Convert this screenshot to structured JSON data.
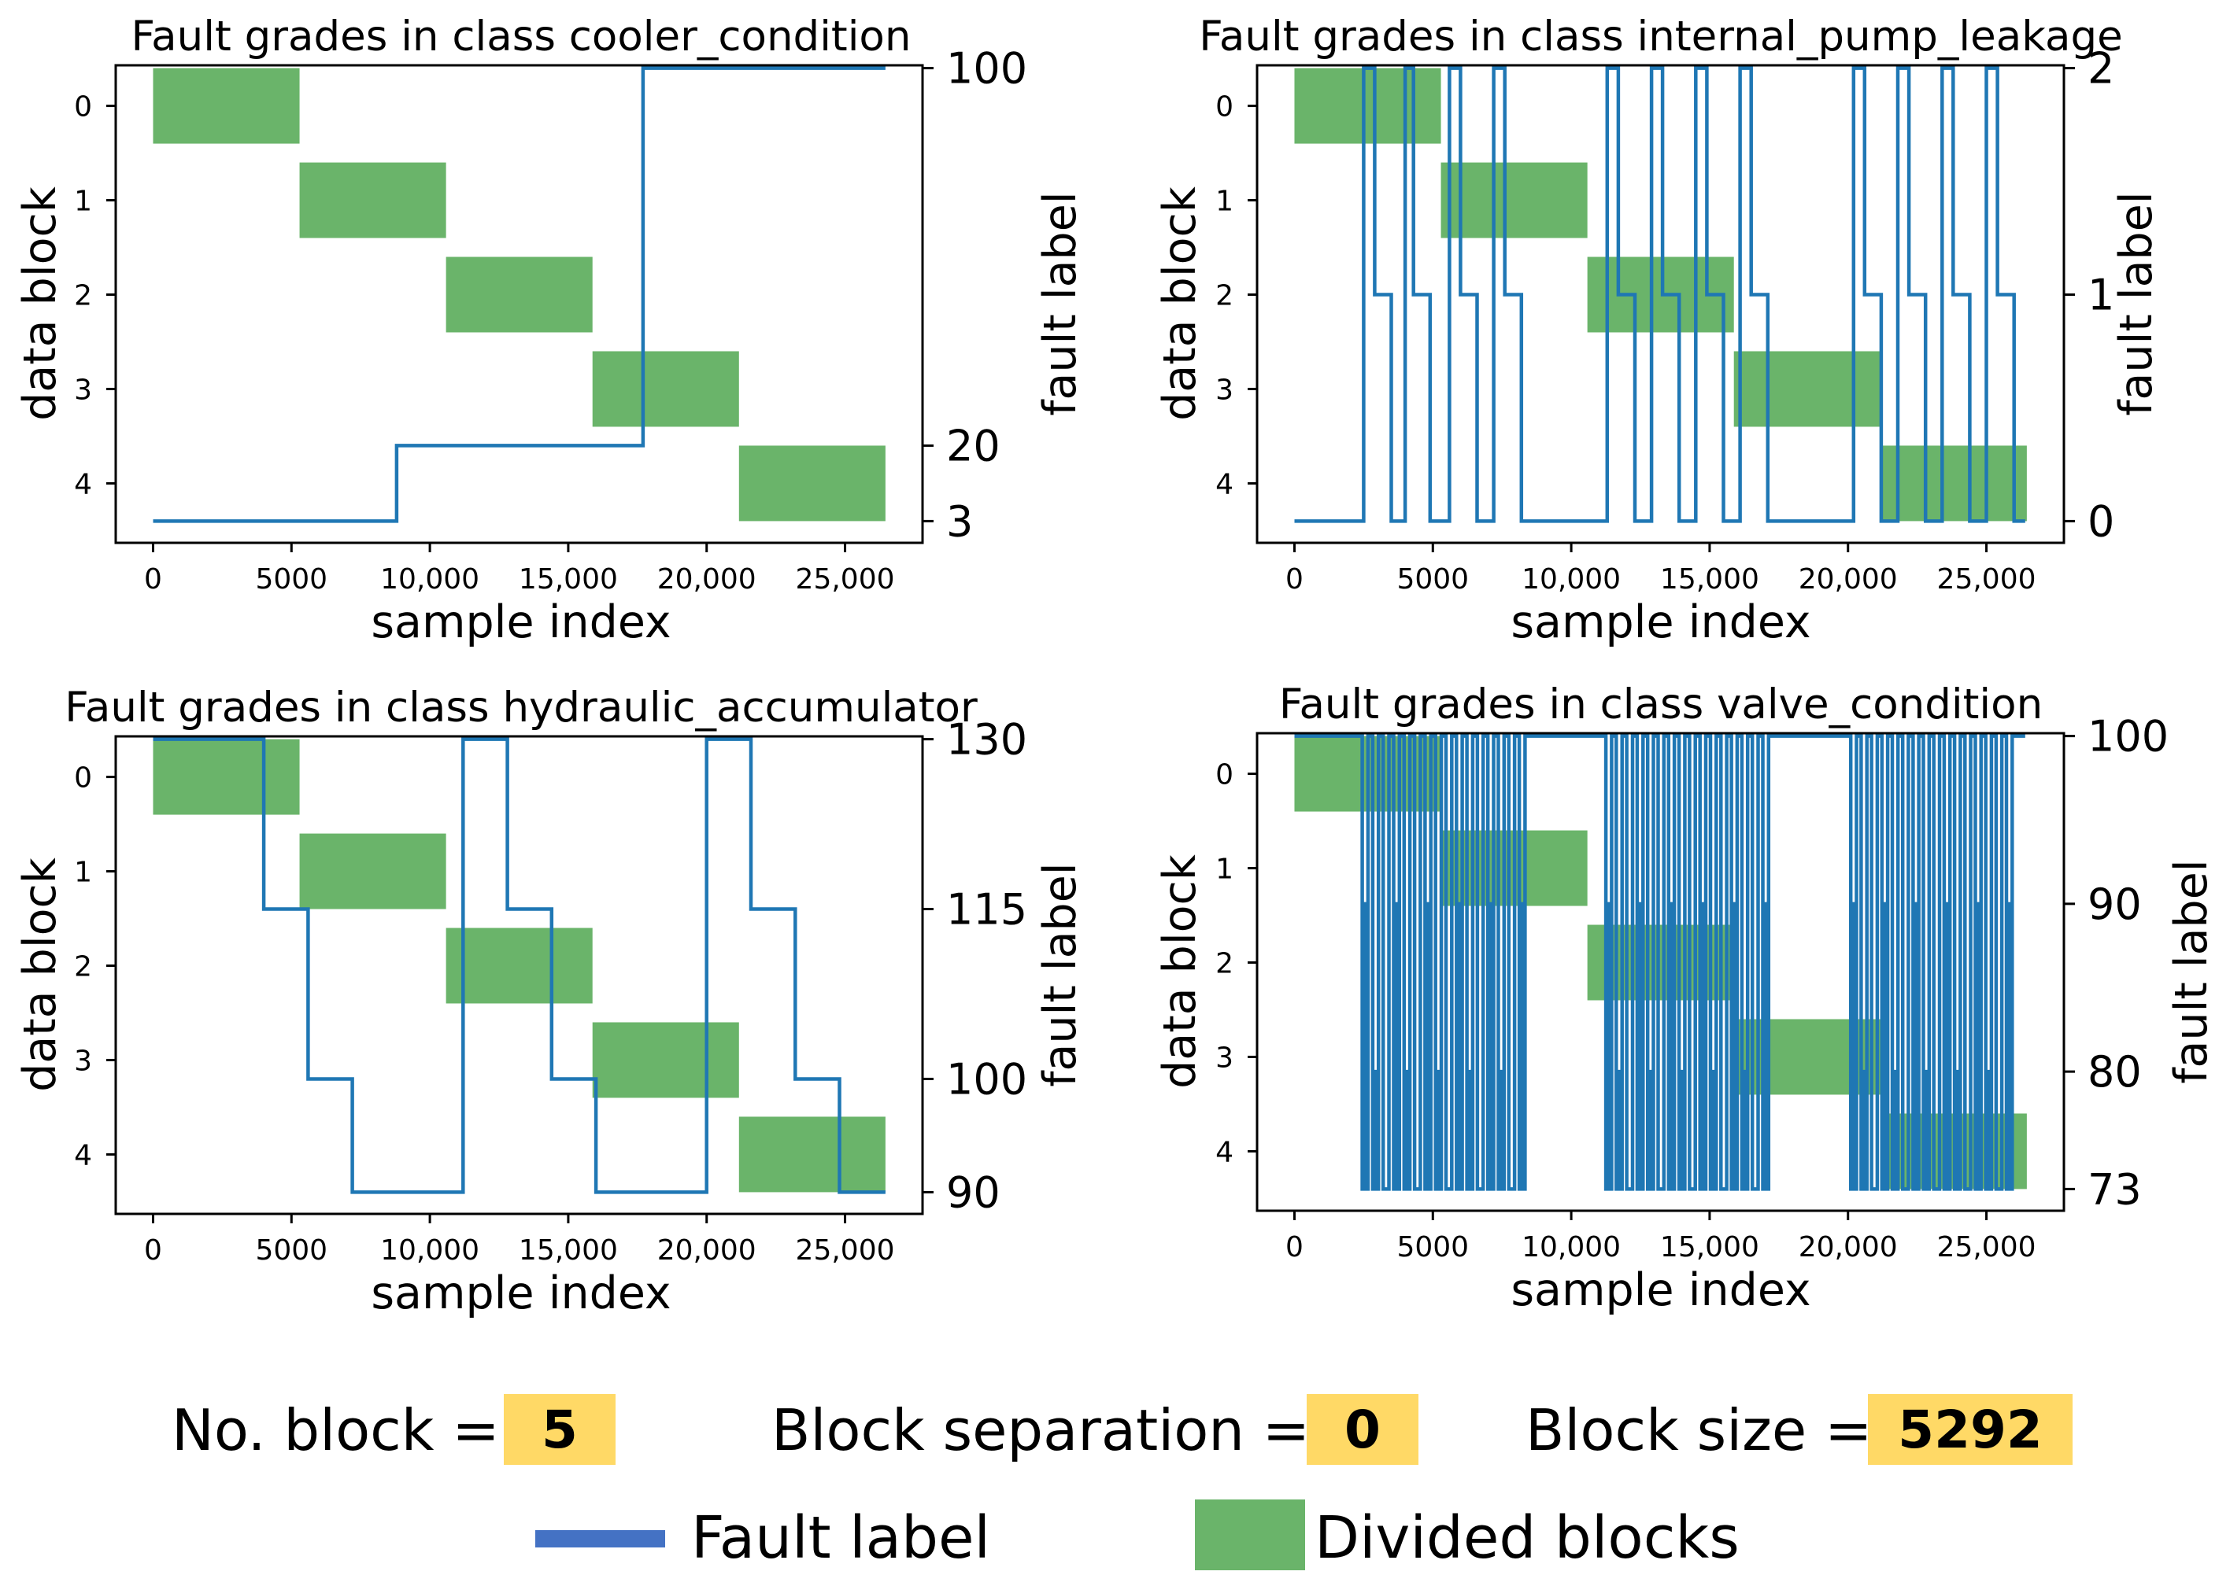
{
  "chart_data": [
    {
      "type": "line",
      "title": "Fault grades in class cooler_condition",
      "xlabel": "sample index",
      "ylabel": "data block",
      "y2label": "fault label",
      "xlim": [
        -1350,
        27800
      ],
      "xticks": [
        0,
        5000,
        10000,
        15000,
        20000,
        25000
      ],
      "xtick_labels": [
        "0",
        "5000",
        "10,000",
        "15,000",
        "20,000",
        "25,000"
      ],
      "ylim": [
        4.63,
        -0.43
      ],
      "yticks": [
        0,
        1,
        2,
        3,
        4
      ],
      "y2ticks": [
        100,
        20,
        3
      ],
      "y2_range": [
        3,
        100
      ],
      "y2_axis_positions": [
        -0.4,
        3.6,
        4.4
      ],
      "blocks": [
        {
          "block": 0,
          "x0": 0,
          "x1": 5292
        },
        {
          "block": 1,
          "x0": 5292,
          "x1": 10584
        },
        {
          "block": 2,
          "x0": 10584,
          "x1": 15876
        },
        {
          "block": 3,
          "x0": 15876,
          "x1": 21168
        },
        {
          "block": 4,
          "x0": 21168,
          "x1": 26460
        }
      ],
      "series": [
        {
          "name": "Fault label",
          "x": [
            0,
            8800,
            8800,
            17700,
            17700,
            26460
          ],
          "y": [
            3,
            3,
            20,
            20,
            100,
            100
          ]
        }
      ]
    },
    {
      "type": "line",
      "title": "Fault grades in class internal_pump_leakage",
      "xlabel": "sample index",
      "ylabel": "data block",
      "y2label": "fault label",
      "xlim": [
        -1350,
        27800
      ],
      "xticks": [
        0,
        5000,
        10000,
        15000,
        20000,
        25000
      ],
      "xtick_labels": [
        "0",
        "5000",
        "10,000",
        "15,000",
        "20,000",
        "25,000"
      ],
      "ylim": [
        4.63,
        -0.43
      ],
      "yticks": [
        0,
        1,
        2,
        3,
        4
      ],
      "y2ticks": [
        0,
        1,
        2
      ],
      "y2_range": [
        0,
        2
      ],
      "blocks": [
        {
          "block": 0,
          "x0": 0,
          "x1": 5292
        },
        {
          "block": 1,
          "x0": 5292,
          "x1": 10584
        },
        {
          "block": 2,
          "x0": 10584,
          "x1": 15876
        },
        {
          "block": 3,
          "x0": 15876,
          "x1": 21168
        },
        {
          "block": 4,
          "x0": 21168,
          "x1": 26460
        }
      ],
      "series": [
        {
          "name": "Fault label",
          "x": [
            0,
            2500,
            2500,
            2900,
            2900,
            3500,
            3500,
            4000,
            4000,
            4300,
            4300,
            4900,
            4900,
            5600,
            5600,
            6000,
            6000,
            6600,
            6600,
            7200,
            7200,
            7600,
            7600,
            8200,
            8200,
            11300,
            11300,
            11700,
            11700,
            12300,
            12300,
            12900,
            12900,
            13300,
            13300,
            13900,
            13900,
            14500,
            14500,
            14900,
            14900,
            15500,
            15500,
            16100,
            16100,
            16500,
            16500,
            17100,
            17100,
            20200,
            20200,
            20600,
            20600,
            21200,
            21200,
            21800,
            21800,
            22200,
            22200,
            22800,
            22800,
            23400,
            23400,
            23800,
            23800,
            24400,
            24400,
            25000,
            25000,
            25400,
            25400,
            26000,
            26000,
            26400
          ],
          "y": [
            0,
            0,
            2,
            2,
            1,
            1,
            0,
            0,
            2,
            2,
            1,
            1,
            0,
            0,
            2,
            2,
            1,
            1,
            0,
            0,
            2,
            2,
            1,
            1,
            0,
            0,
            2,
            2,
            1,
            1,
            0,
            0,
            2,
            2,
            1,
            1,
            0,
            0,
            2,
            2,
            1,
            1,
            0,
            0,
            2,
            2,
            1,
            1,
            0,
            0,
            2,
            2,
            1,
            1,
            0,
            0,
            2,
            2,
            1,
            1,
            0,
            0,
            2,
            2,
            1,
            1,
            0,
            0,
            2,
            2,
            1,
            1,
            0,
            0
          ]
        }
      ]
    },
    {
      "type": "line",
      "title": "Fault grades in class hydraulic_accumulator",
      "xlabel": "sample index",
      "ylabel": "data block",
      "y2label": "fault label",
      "xlim": [
        -1350,
        27800
      ],
      "xticks": [
        0,
        5000,
        10000,
        15000,
        20000,
        25000
      ],
      "xtick_labels": [
        "0",
        "5000",
        "10,000",
        "15,000",
        "20,000",
        "25,000"
      ],
      "ylim": [
        4.63,
        -0.43
      ],
      "yticks": [
        0,
        1,
        2,
        3,
        4
      ],
      "y2ticks": [
        130,
        115,
        100,
        90
      ],
      "y2_range": [
        90,
        130
      ],
      "blocks": [
        {
          "block": 0,
          "x0": 0,
          "x1": 5292
        },
        {
          "block": 1,
          "x0": 5292,
          "x1": 10584
        },
        {
          "block": 2,
          "x0": 10584,
          "x1": 15876
        },
        {
          "block": 3,
          "x0": 15876,
          "x1": 21168
        },
        {
          "block": 4,
          "x0": 21168,
          "x1": 26460
        }
      ],
      "series": [
        {
          "name": "Fault label",
          "x": [
            0,
            4000,
            4000,
            5600,
            5600,
            7200,
            7200,
            11200,
            11200,
            12800,
            12800,
            14400,
            14400,
            16000,
            16000,
            20000,
            20000,
            21600,
            21600,
            23200,
            23200,
            24800,
            24800,
            26460
          ],
          "y": [
            130,
            130,
            115,
            115,
            100,
            100,
            90,
            90,
            130,
            130,
            115,
            115,
            100,
            100,
            90,
            90,
            130,
            130,
            115,
            115,
            100,
            100,
            90,
            90
          ]
        }
      ]
    },
    {
      "type": "line",
      "title": "Fault grades in class valve_condition",
      "xlabel": "sample index",
      "ylabel": "data block",
      "y2label": "fault label",
      "xlim": [
        -1350,
        27800
      ],
      "xticks": [
        0,
        5000,
        10000,
        15000,
        20000,
        25000
      ],
      "xtick_labels": [
        "0",
        "5000",
        "10,000",
        "15,000",
        "20,000",
        "25,000"
      ],
      "ylim": [
        4.63,
        -0.43
      ],
      "yticks": [
        0,
        1,
        2,
        3,
        4
      ],
      "y2ticks": [
        100,
        90,
        80,
        73
      ],
      "y2_range": [
        73,
        100
      ],
      "blocks": [
        {
          "block": 0,
          "x0": 0,
          "x1": 5292
        },
        {
          "block": 1,
          "x0": 5292,
          "x1": 10584
        },
        {
          "block": 2,
          "x0": 10584,
          "x1": 15876
        },
        {
          "block": 3,
          "x0": 15876,
          "x1": 21168
        },
        {
          "block": 4,
          "x0": 21168,
          "x1": 26460
        }
      ],
      "series": [
        {
          "name": "Fault label",
          "note_visible_pattern": "full-to-73 square-wave oscillation",
          "baseline": 100,
          "low": 73,
          "levels": [
            100,
            90,
            80,
            73
          ],
          "bursts": [
            {
              "x0": 2450,
              "x1": 8500,
              "cycles": 16
            },
            {
              "x0": 11250,
              "x1": 17300,
              "cycles": 16
            },
            {
              "x0": 20100,
              "x1": 26100,
              "cycles": 16
            }
          ],
          "x_end": 26400
        }
      ]
    }
  ],
  "params": {
    "no_block": {
      "label": "No. block =",
      "value": "5"
    },
    "block_separation": {
      "label": "Block separation =",
      "value": "0"
    },
    "block_size": {
      "label": "Block size =",
      "value": "5292"
    }
  },
  "legend": {
    "line_label": "Fault label",
    "box_label": "Divided blocks"
  },
  "colors": {
    "line": "#1f77b4",
    "block_fill": "#6ab46a",
    "value_highlight": "#ffd966",
    "legend_line": "#4472c4"
  }
}
